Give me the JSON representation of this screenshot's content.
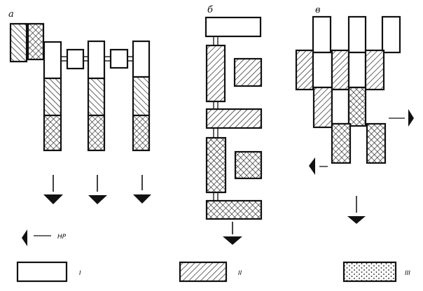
{
  "figure": {
    "panels": [
      {
        "id": "a",
        "label": "а"
      },
      {
        "id": "b",
        "label": "б"
      },
      {
        "id": "v",
        "label": "в"
      }
    ],
    "flow_annotation": "НР",
    "legend": [
      {
        "key": "I",
        "label": "I",
        "fill": "blank"
      },
      {
        "key": "II",
        "label": "II",
        "fill": "diagonal-hatch"
      },
      {
        "key": "III",
        "label": "III",
        "fill": "dotted"
      }
    ],
    "colors": {
      "ink": "#111111",
      "paper": "#ffffff"
    }
  }
}
